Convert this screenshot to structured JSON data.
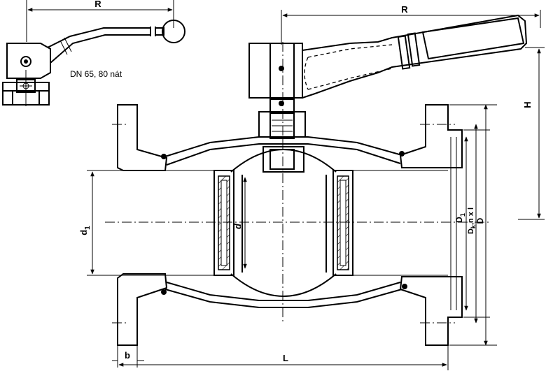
{
  "labels": {
    "inset_R": "R",
    "main_R": "R",
    "inset_note": "DN 65, 80 nát",
    "H": "H",
    "d1": "d",
    "d1_sub": "1",
    "d": "d",
    "D1": "D",
    "D1_sub": "1",
    "Dk": "D",
    "Dk_sub": "k",
    "Dk_suffix": ",n x l",
    "D": "D",
    "b": "b",
    "L": "L"
  }
}
